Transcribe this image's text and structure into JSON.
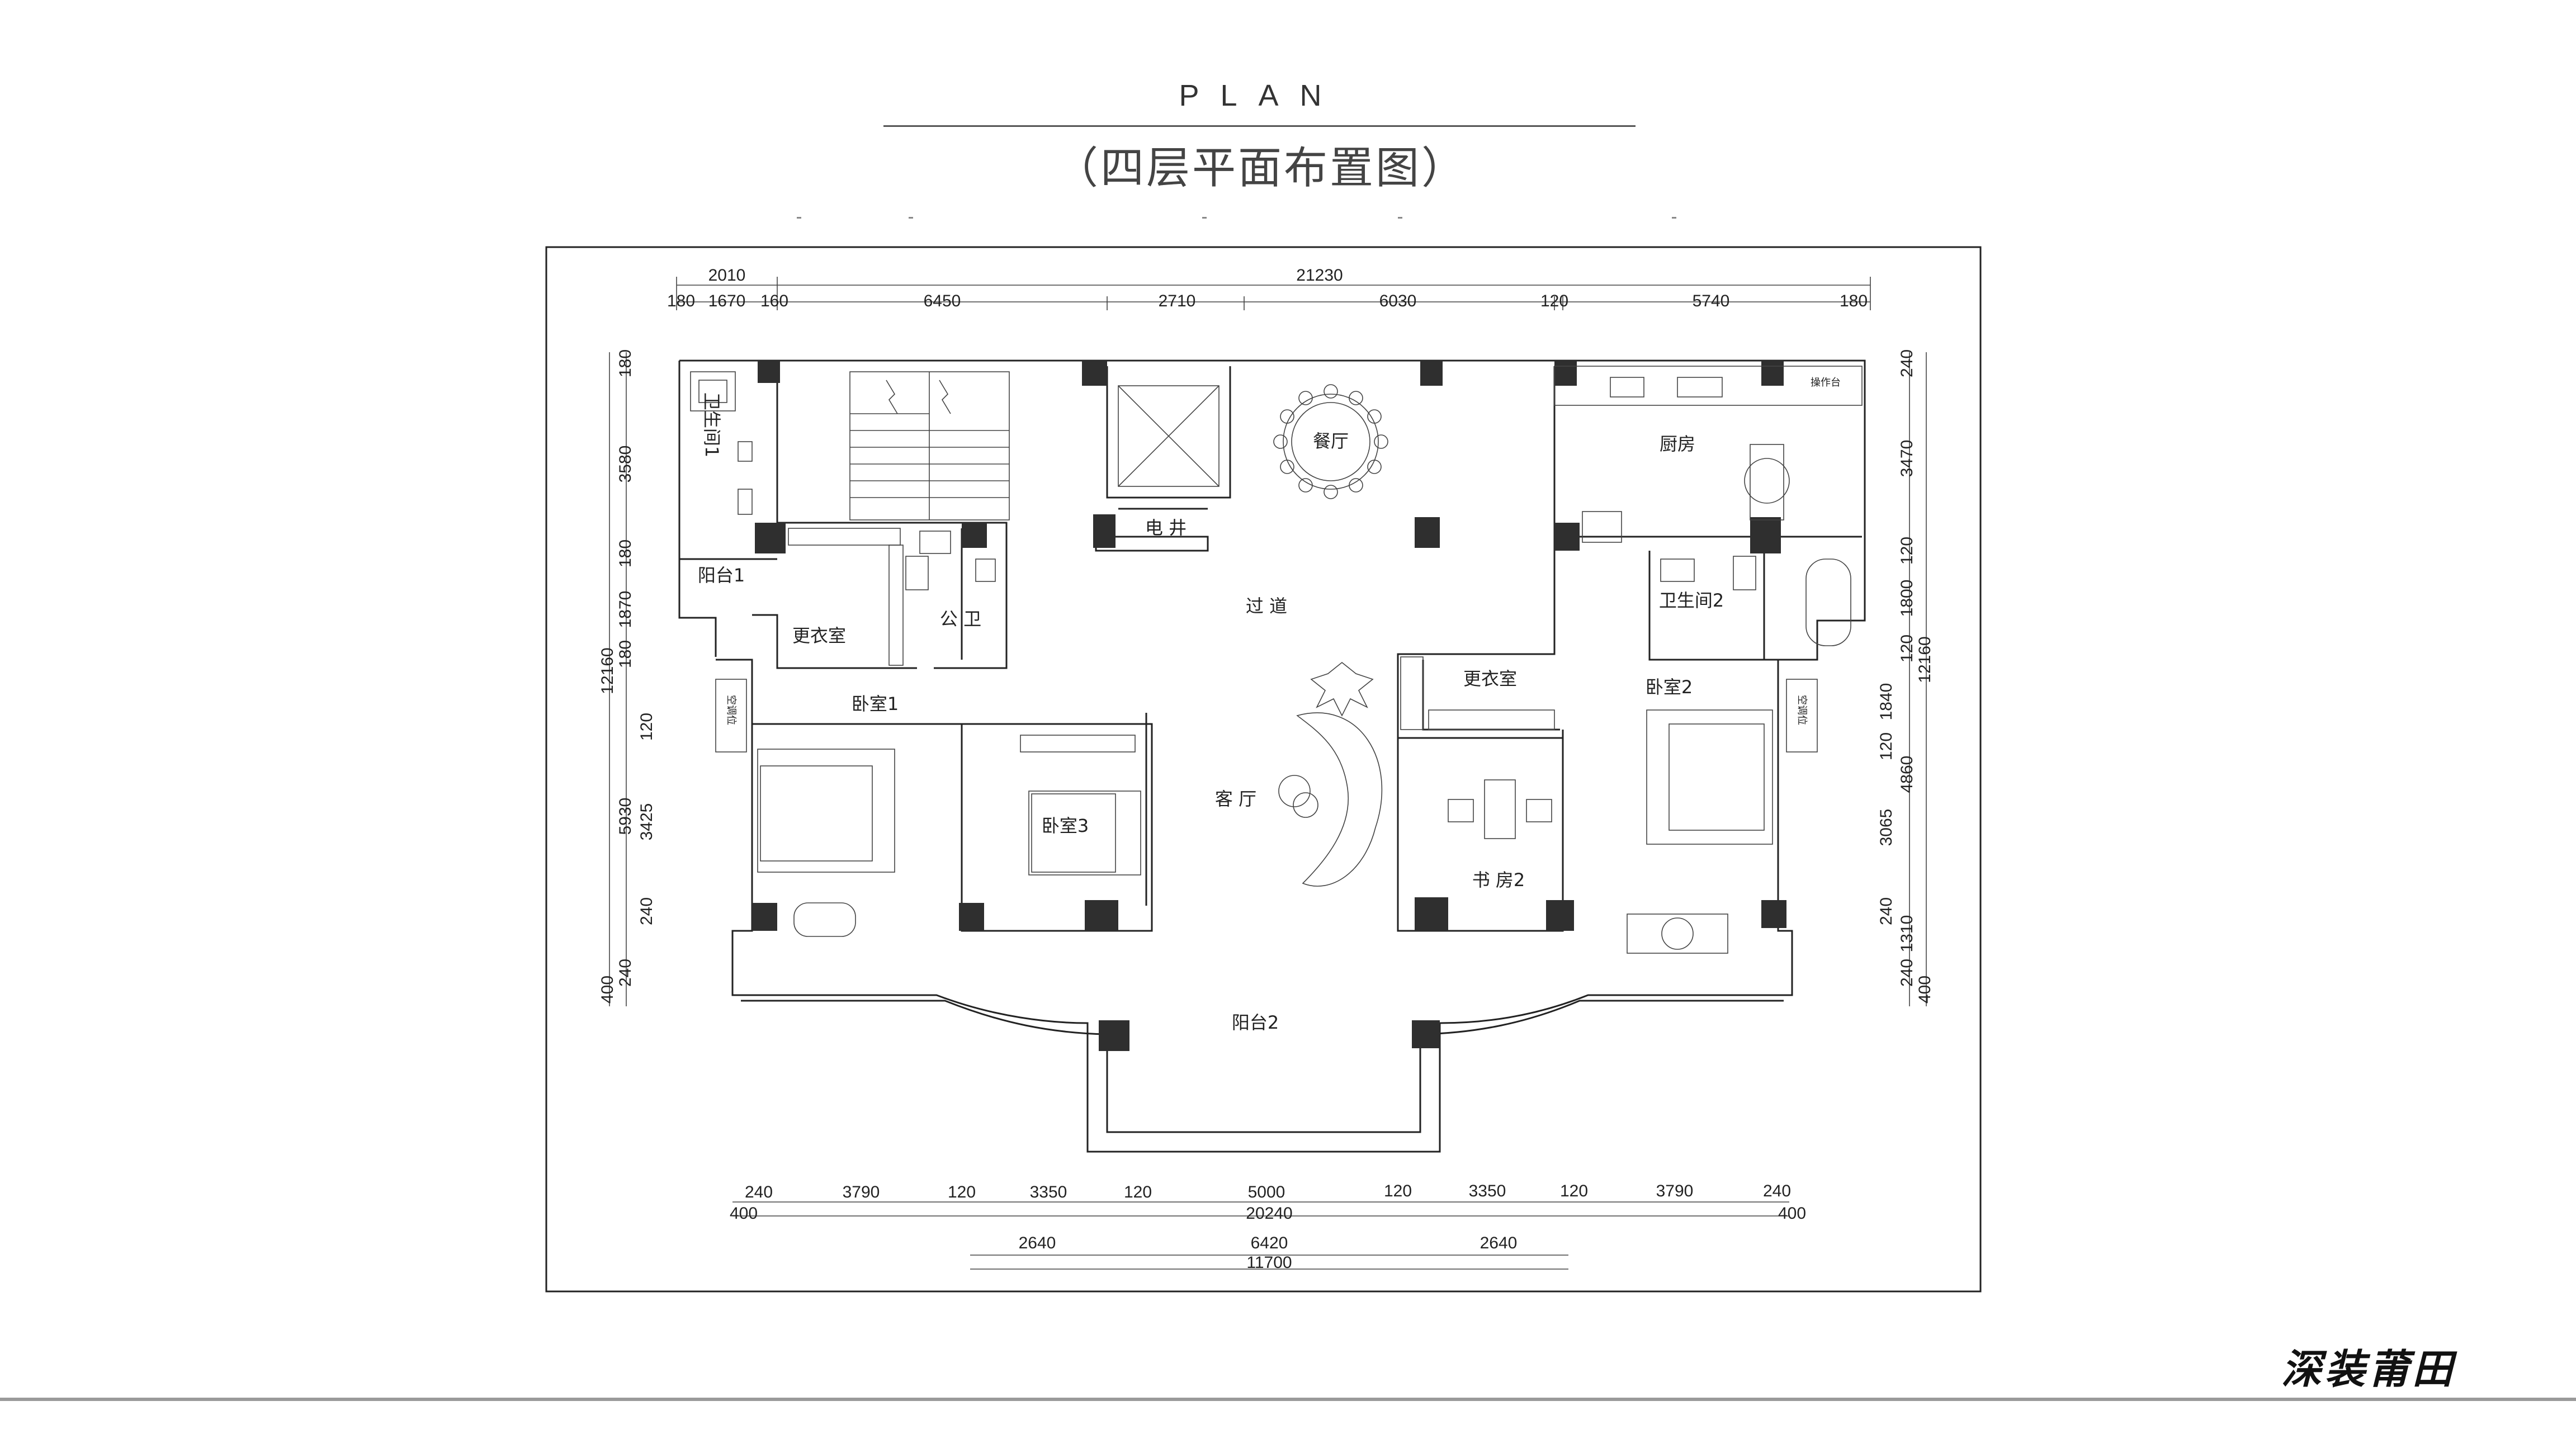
{
  "title": {
    "plan": "PLAN",
    "subtitle_cn": "（四层平面布置图）"
  },
  "brand": "深装莆田",
  "rooms": {
    "bath1": "卫生间1",
    "balcony1": "阳台1",
    "dressing1": "更衣室",
    "public_bath": "公 卫",
    "elevator_shaft": "电 井",
    "dining": "餐厅",
    "kitchen": "厨房",
    "counter": "操作台",
    "corridor": "过 道",
    "bath2": "卫生间2",
    "dressing2": "更衣室",
    "bedroom1": "卧室1",
    "bedroom2": "卧室2",
    "bedroom3": "卧室3",
    "living": "客 厅",
    "study2": "书 房2",
    "balcony2": "阳台2",
    "ac_left": "空调位",
    "ac_right": "空调位"
  },
  "dimensions": {
    "top_total": "21230",
    "top_first": "2010",
    "top_row": [
      "180",
      "1670",
      "160",
      "6450",
      "2710",
      "6030",
      "120",
      "5740",
      "180"
    ],
    "bottom_row": [
      "240",
      "3790",
      "120",
      "3350",
      "120",
      "5000",
      "120",
      "3350",
      "120",
      "3790",
      "240"
    ],
    "bottom_total": "20240",
    "bottom_edge": [
      "400",
      "400"
    ],
    "balcony_row": [
      "2640",
      "6420",
      "2640"
    ],
    "balcony_total": "11700",
    "left_total": "12160",
    "left_outer": [
      "180",
      "3580",
      "180",
      "1870",
      "180"
    ],
    "left_inner": [
      "120",
      "5930",
      "3425",
      "240",
      "400",
      "240"
    ],
    "right_total": "12160",
    "right_outer": [
      "240",
      "3470",
      "120",
      "1800",
      "120"
    ],
    "right_inner": [
      "1840",
      "120",
      "4860",
      "3065",
      "240",
      "1310",
      "240",
      "400"
    ]
  }
}
